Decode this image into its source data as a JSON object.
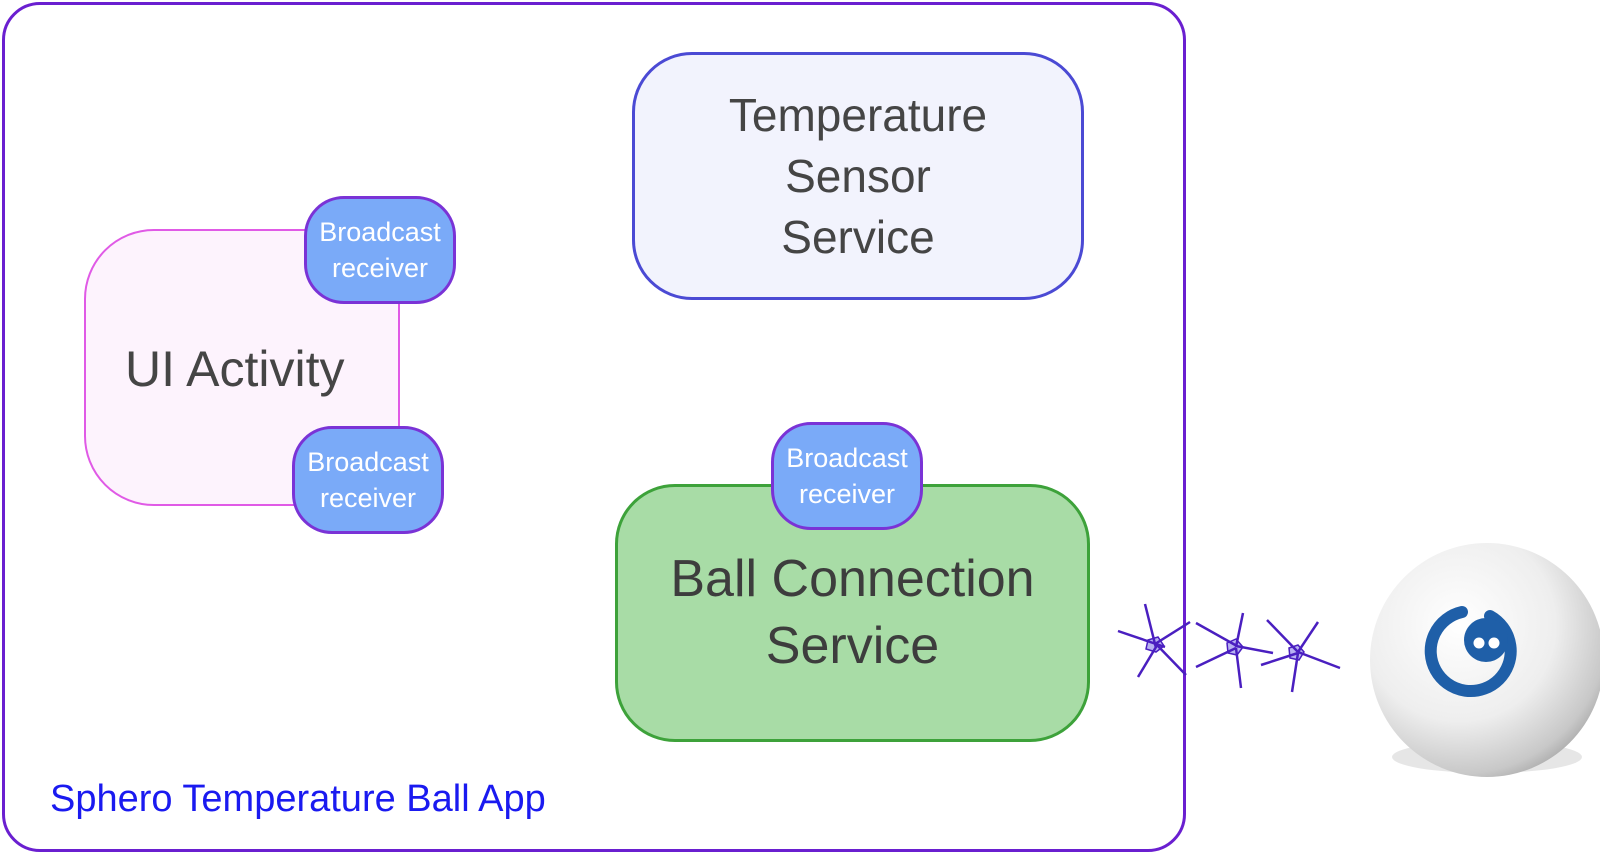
{
  "app": {
    "title": "Sphero Temperature Ball App"
  },
  "ui_activity": {
    "label": "UI Activity"
  },
  "temperature_service": {
    "label": "Temperature\nSensor\nService"
  },
  "ball_service": {
    "label": "Ball Connection\nService"
  },
  "receivers": [
    {
      "label": "Broadcast\nreceiver"
    },
    {
      "label": "Broadcast\nreceiver"
    },
    {
      "label": "Broadcast\nreceiver"
    }
  ],
  "colors": {
    "frame": "#6a1fd0",
    "app_title": "#1a1af0",
    "ui_activity_border": "#e05ae6",
    "temp_border": "#4b4ad4",
    "ball_fill": "#a8dca6",
    "receiver_fill": "#7aaaf8",
    "signal": "#4a1fc0"
  },
  "icons": {
    "signal": "wireless-signal-icon",
    "ball": "sphero-ball-icon"
  }
}
